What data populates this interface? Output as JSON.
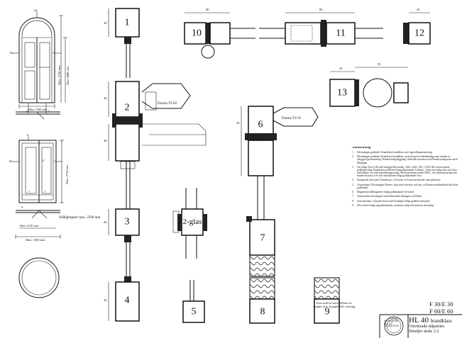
{
  "detail_numbers": [
    "1",
    "2",
    "3",
    "4",
    "5",
    "6",
    "7",
    "8",
    "9",
    "10",
    "11",
    "12",
    "13"
  ],
  "glass_label": "2-glas",
  "closer_labels": {
    "ts82": "Dorma TS 82",
    "ts93": "Dorma TS 93"
  },
  "elevation_arch": {
    "width_label": "Max 1300 mm",
    "height_label": "Max. 2750 mm",
    "height2_label": "Max 3000 mm",
    "markers": [
      "13",
      "11",
      "12",
      "4",
      "1"
    ]
  },
  "elevation_double": {
    "width_label": "Max 1185 mm",
    "total_width_label": "Max. 1000 mm",
    "height_label": "Max. 2750 mm",
    "sidelight_note": "Sidlightsparti max. 2500 mm",
    "markers": [
      "10",
      "6",
      "11",
      "12",
      "7",
      "7",
      "9"
    ]
  },
  "dimensions": {
    "d40": "40",
    "d80": "80",
    "d93": "93"
  },
  "notes": {
    "title": "Anmärkning",
    "items": [
      {
        "num": "1.",
        "text": "Dörrmängen godkänd i Brandvärn brandklass, mot uppvidlingsmontering."
      },
      {
        "num": "2.",
        "text": "Dörrmängen godkänd i Brandvärn brandklass, med infogad utsidenhandtag samt utsidan av inbyggd typoanordning. Brandvarningsläggning. Sekundar monterar med Brandvarningsrom såväl. Möjlighet."
      },
      {
        "num": "3.",
        "text": "Lås enligt Assa 1140 med inbyggd låscylinder, 1461, 1462, 1561, 15163 eller motsvarande godkänd enligt. Brandvärn modul med typgodkännande. Låsklass. Valsat fast enligt dörr och Assa med hållare och med metallistanpassning. Med brandvärnsvärden ESEC, fast dimensionering som brandvärn krävs och även installerade enligt godkännande Assa."
      },
      {
        "num": "4.",
        "text": "Karmprofil fästa med 3 bindar per 1,25 meter och lister monterade samt planteras."
      },
      {
        "num": "5.",
        "text": "Utrustningar: Dörrstängare Dorma, fasta med ytterdörr och fast, vid brand motståndskraft bör klass godkännas."
      },
      {
        "num": "6.",
        "text": "Magnetiska hållmagneter enligt godkännande för brand."
      },
      {
        "num": "7.",
        "text": "Automatiska dörrstängare med tillhörande tätningar och hållare."
      },
      {
        "num": "8.",
        "text": "Som alternativ: Glasade dörrar med brandglas enligt godkänt utförande."
      },
      {
        "num": "9.",
        "text": "Dörr utförd enligt typgodkännande, monteras enligt tillverkarens anvisning."
      }
    ]
  },
  "caption": {
    "line1": "Kan utföras med källare av",
    "line2": "stegbit och, kopplat till, väsning"
  },
  "class_codes": {
    "line1": "F 30/E 30",
    "line2": "F 60/E 60"
  },
  "title_block": {
    "model": "HL 40",
    "model_suffix": "brandklass",
    "line2": "Oisolerade ståpartier.",
    "line3": "Detaljer skala 1:2"
  },
  "company": {
    "name": "Al-fönster",
    "lines": [
      "Al-Fönster AB",
      "Box 123",
      "Tel 0000-00 00"
    ]
  }
}
